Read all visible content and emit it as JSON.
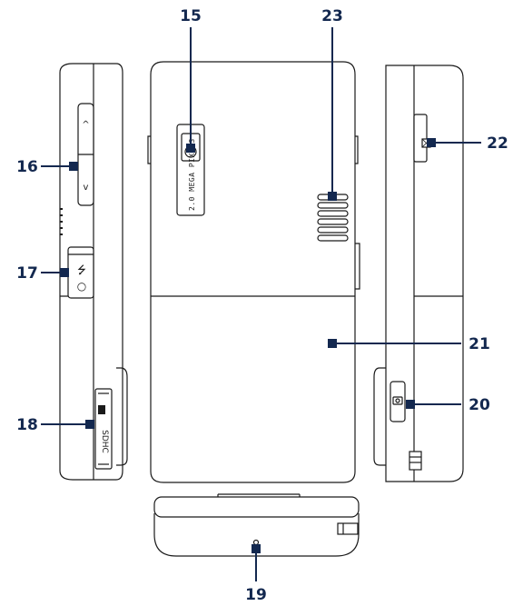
{
  "figure": {
    "camera_caption": "2.0 MEGA PIXELS",
    "usb_glyph": "⭍",
    "audio_glyph": "○",
    "vol_up_glyph": "^",
    "vol_down_glyph": "v",
    "colors": {
      "outline": "#1a1a1a",
      "callout": "#13284f",
      "body_fill": "#ffffff"
    }
  },
  "callouts": [
    {
      "id": "15",
      "label": "15"
    },
    {
      "id": "16",
      "label": "16"
    },
    {
      "id": "17",
      "label": "17"
    },
    {
      "id": "18",
      "label": "18"
    },
    {
      "id": "19",
      "label": "19"
    },
    {
      "id": "20",
      "label": "20"
    },
    {
      "id": "21",
      "label": "21"
    },
    {
      "id": "22",
      "label": "22"
    },
    {
      "id": "23",
      "label": "23"
    }
  ]
}
